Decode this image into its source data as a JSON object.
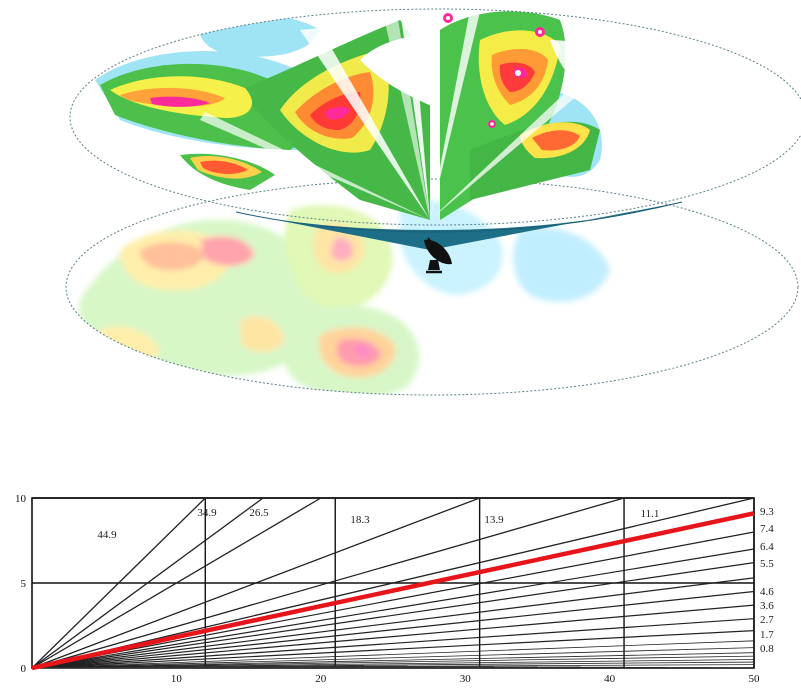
{
  "radar_illustration": {
    "upper_plane": "elevated scan cone (reflectivity, upper tilt)",
    "lower_plane": "base plane (reflectivity, faded)",
    "antenna": "radar-dish-icon",
    "colors": {
      "ellipse_outline": "#5a7f86",
      "beam_fill": "#1d6f88",
      "palette": [
        "#7fd8ff",
        "#3cb44a",
        "#bdf06a",
        "#fff35a",
        "#ffa23a",
        "#ff4a3a",
        "#ff2a8a",
        "#ffffff"
      ]
    }
  },
  "chart_data": {
    "type": "line",
    "title": "",
    "xlabel": "",
    "ylabel": "",
    "xlim": [
      0,
      50
    ],
    "ylim": [
      0,
      10
    ],
    "x_ticks": [
      10,
      20,
      30,
      40,
      50
    ],
    "y_ticks": [
      0,
      5,
      10
    ],
    "x_tick_labels": [
      "10",
      "20",
      "30",
      "40",
      "50"
    ],
    "y_tick_labels": [
      "0",
      "5",
      "10"
    ],
    "grid_x": [
      12,
      21,
      31,
      41,
      50
    ],
    "grid_y": [
      5,
      10
    ],
    "elevation_angles_top": [
      "44.9",
      "34.9",
      "26.5",
      "18.3",
      "13.9",
      "11.1"
    ],
    "elevation_angles_right": [
      "9.3",
      "7.4",
      "6.4",
      "5.5",
      "4.6",
      "3.6",
      "2.7",
      "1.7",
      "0.8"
    ],
    "ray_endpoints_top_x": [
      12,
      16,
      20,
      31,
      41,
      50
    ],
    "ray_endpoints_right_y": [
      9.1,
      8.0,
      7.0,
      6.2,
      5.3,
      4.5,
      3.7,
      2.9,
      2.2,
      1.6,
      1.2,
      0.9,
      0.7,
      0.5,
      0.35,
      0.2
    ],
    "highlight": {
      "label": "9.3",
      "end": [
        50,
        9.1
      ],
      "color": "#e8141b"
    }
  }
}
